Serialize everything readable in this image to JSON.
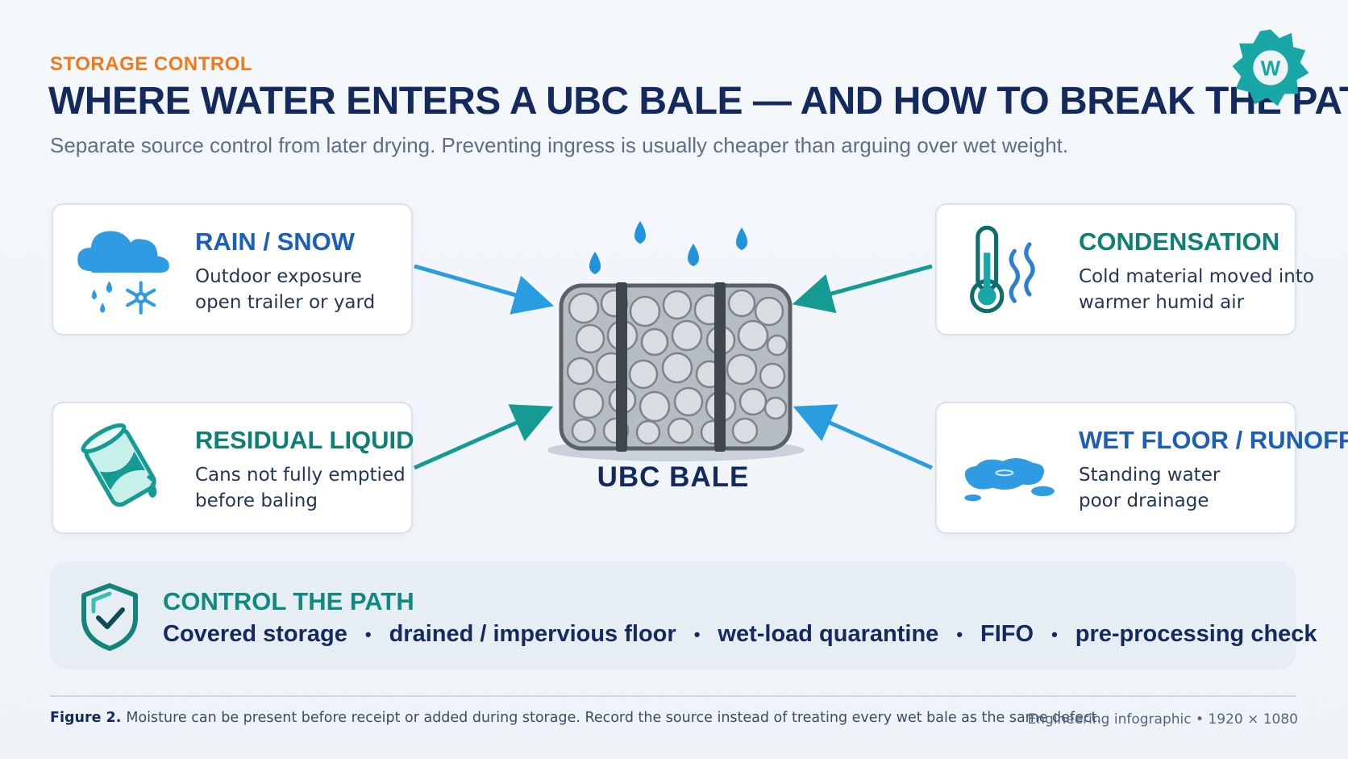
{
  "header": {
    "eyebrow": "STORAGE CONTROL",
    "title": "WHERE WATER ENTERS A UBC BALE — AND HOW TO BREAK THE PATH",
    "subtitle": "Separate source control from later drying. Preventing ingress is usually cheaper than arguing over wet weight."
  },
  "sources": {
    "rain": {
      "title": "RAIN / SNOW",
      "line1": "Outdoor exposure",
      "line2": "open trailer or yard",
      "icon": "cloud-rain-snow-icon"
    },
    "condensation": {
      "title": "CONDENSATION",
      "line1": "Cold material moved into",
      "line2": "warmer humid air",
      "icon": "thermometer-icon"
    },
    "residual": {
      "title": "RESIDUAL LIQUID",
      "line1": "Cans not fully emptied",
      "line2": "before baling",
      "icon": "leaking-can-icon"
    },
    "floor": {
      "title": "WET FLOOR / RUNOFF",
      "line1": "Standing water",
      "line2": "poor drainage",
      "icon": "puddle-icon"
    }
  },
  "bale": {
    "label": "UBC BALE"
  },
  "control": {
    "title": "CONTROL THE PATH",
    "items": [
      "Covered storage",
      "drained / impervious floor",
      "wet-load quarantine",
      "FIFO",
      "pre-processing check"
    ],
    "separator": "•"
  },
  "footer": {
    "figure_label": "Figure 2.",
    "caption": "Moisture can be present before receipt or added during storage. Record the source instead of treating every wet bale as the same defect.",
    "meta": "Engineering infographic • 1920 × 1080"
  },
  "colors": {
    "blue": "#1b5fb8",
    "teal": "#0e7f74",
    "orange": "#ee7a1c",
    "navy": "#142a5c",
    "water": "#2a9de0"
  }
}
